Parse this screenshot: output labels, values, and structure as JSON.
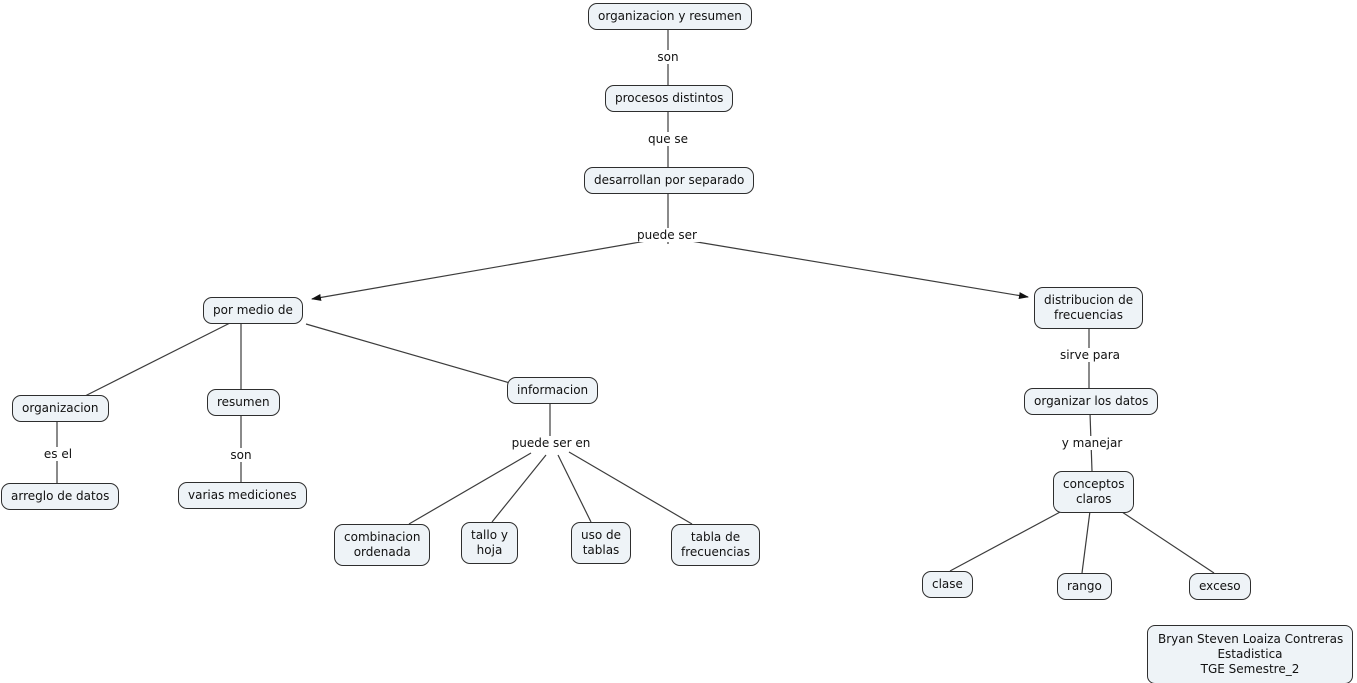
{
  "title": "Mapa conceptual: organizacion y resumen",
  "colors": {
    "background": "#ffffff",
    "node_fill": "#eef3f7",
    "node_border": "#2e2e2e",
    "line": "#3c3c3c",
    "text": "#111111"
  },
  "nodes": {
    "organizacion_y_resumen": "organizacion y resumen",
    "procesos_distintos": "procesos distintos",
    "desarrollan_por_separado": "desarrollan por separado",
    "por_medio_de": "por medio de",
    "organizacion": "organizacion",
    "arreglo_de_datos": "arreglo de datos",
    "resumen": "resumen",
    "varias_mediciones": "varias mediciones",
    "informacion": "informacion",
    "combinacion_ordenada": "combinacion\nordenada",
    "tallo_y_hoja": "tallo y\nhoja",
    "uso_de_tablas": "uso de\ntablas",
    "tabla_de_frecuencias": "tabla de\nfrecuencias",
    "distribucion_de_frecuencias": "distribucion de\nfrecuencias",
    "organizar_los_datos": "organizar los datos",
    "conceptos_claros": "conceptos\nclaros",
    "clase": "clase",
    "rango": "rango",
    "exceso": "exceso"
  },
  "link_labels": {
    "son_1": "son",
    "que_se": "que se",
    "puede_ser": "puede ser",
    "es_el": "es el",
    "son_2": "son",
    "puede_ser_en": "puede ser en",
    "sirve_para": "sirve para",
    "y_manejar": "y manejar"
  },
  "credit": {
    "line1": "Bryan Steven Loaiza Contreras",
    "line2": "Estadistica",
    "line3": "TGE Semestre_2"
  }
}
